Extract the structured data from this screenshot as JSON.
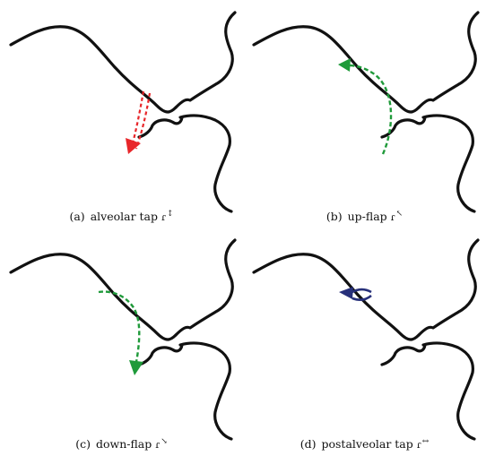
{
  "panels": [
    {
      "tag": "(a)",
      "label": "alveolar tap",
      "symbol": "ɾ",
      "diacritic": "↕",
      "arrow_color": "#e8262a",
      "arrow_style": "double-dashed-down"
    },
    {
      "tag": "(b)",
      "label": "up-flap",
      "symbol": "ɾ",
      "diacritic": "↖",
      "arrow_color": "#1f9a3a",
      "arrow_style": "dashed-curve-up"
    },
    {
      "tag": "(c)",
      "label": "down-flap",
      "symbol": "ɾ",
      "diacritic": "↘",
      "arrow_color": "#1f9a3a",
      "arrow_style": "dashed-curve-down"
    },
    {
      "tag": "(d)",
      "label": "postalveolar tap",
      "symbol": "ɾ",
      "diacritic": "↔",
      "arrow_color": "#27307a",
      "arrow_style": "double-solid-short"
    }
  ]
}
